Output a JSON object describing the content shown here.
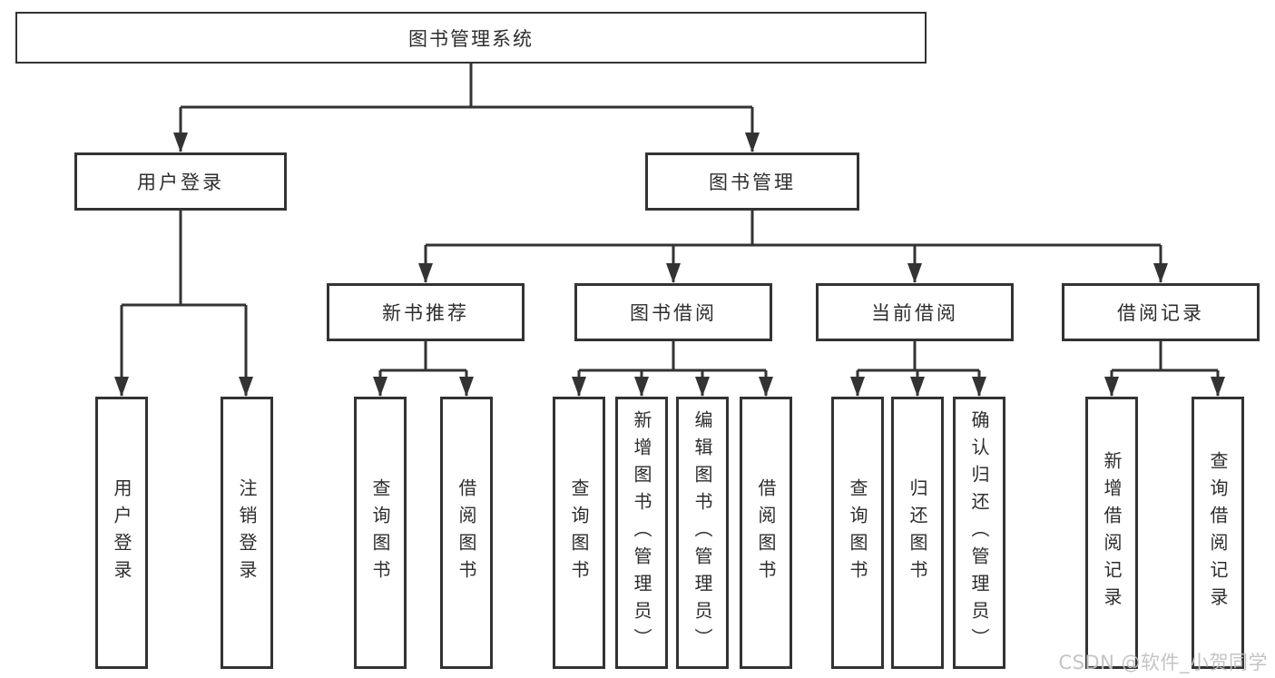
{
  "title": "图书管理系统",
  "nodes": {
    "root": "图书管理系统",
    "user_login": "用户登录",
    "book_mgmt": "图书管理",
    "new_book_rec": "新书推荐",
    "book_borrow": "图书借阅",
    "current_borrow": "当前借阅",
    "borrow_records": "借阅记录",
    "leaf_user_login": "用户登录",
    "leaf_logout": "注销登录",
    "leaf_nbr_query": "查询图书",
    "leaf_nbr_borrow": "借阅图书",
    "leaf_bb_query": "查询图书",
    "leaf_bb_add": "新增图书（管理员）",
    "leaf_bb_edit": "编辑图书（管理员）",
    "leaf_bb_borrow": "借阅图书",
    "leaf_cb_query": "查询图书",
    "leaf_cb_return": "归还图书",
    "leaf_cb_confirm": "确认归还（管理员）",
    "leaf_br_add": "新增借阅记录",
    "leaf_br_query": "查询借阅记录"
  },
  "hierarchy": [
    {
      "parent": "图书管理系统",
      "children": [
        "用户登录",
        "图书管理"
      ]
    },
    {
      "parent": "用户登录",
      "children": [
        "用户登录",
        "注销登录"
      ]
    },
    {
      "parent": "图书管理",
      "children": [
        "新书推荐",
        "图书借阅",
        "当前借阅",
        "借阅记录"
      ]
    },
    {
      "parent": "新书推荐",
      "children": [
        "查询图书",
        "借阅图书"
      ]
    },
    {
      "parent": "图书借阅",
      "children": [
        "查询图书",
        "新增图书（管理员）",
        "编辑图书（管理员）",
        "借阅图书"
      ]
    },
    {
      "parent": "当前借阅",
      "children": [
        "查询图书",
        "归还图书",
        "确认归还（管理员）"
      ]
    },
    {
      "parent": "借阅记录",
      "children": [
        "新增借阅记录",
        "查询借阅记录"
      ]
    }
  ],
  "watermark": "CSDN @软件_小贺同学",
  "colors": {
    "line": "#333333",
    "box_border": "#333333",
    "box_fill": "#ffffff",
    "text": "#2d2d2d",
    "watermark": "#c1c1c1"
  }
}
